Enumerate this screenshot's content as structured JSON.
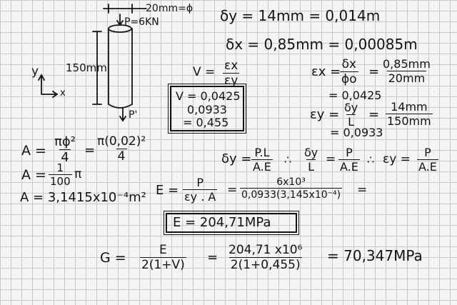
{
  "sketch": {
    "diameter_label": "20mm=ϕ",
    "force_label": "P=6KN",
    "length_label": "150mm",
    "y_axis": "y",
    "x_axis": "x",
    "reaction_label": "P'"
  },
  "given": {
    "dy": "δy = 14mm = 0,014m",
    "dx": "δx = 0,85mm = 0,00085m"
  },
  "poisson": {
    "lhs": "V =",
    "num": "εx",
    "den": "εy",
    "box": [
      "V = 0,0425",
      "0,0933",
      "= 0,455"
    ]
  },
  "strain_x": {
    "lhs": "εx =",
    "num1": "δx",
    "den1": "ϕo",
    "num2": "0,85mm",
    "den2": "20mm",
    "result": "= 0,0425"
  },
  "strain_y": {
    "lhs": "εy =",
    "num1": "δy",
    "den1": "L",
    "num2": "14mm",
    "den2": "150mm",
    "result": "= 0,0933"
  },
  "area": {
    "lhs1": "A =",
    "num1": "πϕ²",
    "den1": "4",
    "num2": "π(0,02)²",
    "den2": "4",
    "lhs2": "A =",
    "num3": "1",
    "den3": "100",
    "pi": "π",
    "result": "A = 3,1415x10⁻⁴m²"
  },
  "elongation": {
    "lhs": "δy =",
    "num1": "P.L",
    "den1": "A.E",
    "sep1": "∴",
    "num2": "δy",
    "den2": "L",
    "eq2": "=",
    "num3": "P",
    "den3": "A.E",
    "sep2": "∴",
    "lhs3": "εy =",
    "num4": "P",
    "den4": "A.E"
  },
  "modulus": {
    "lhs": "E =",
    "num1": "P",
    "den1": "εy . A",
    "num2": "6x10³",
    "den2": "0,0933(3,145x10⁻⁴)",
    "eq": "=",
    "result": "E = 204,71MPa"
  },
  "shear": {
    "lhs": "G =",
    "num1": "E",
    "den1": "2(1+V)",
    "num2": "204,71 x10⁶",
    "den2": "2(1+0,455)",
    "result": "= 70,347MPa"
  }
}
